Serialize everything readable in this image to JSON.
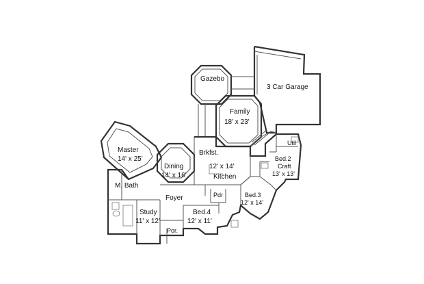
{
  "rooms": {
    "gazebo": "Gazebo",
    "garage": "3 Car Garage",
    "family": {
      "name": "Family",
      "size": "18' x 23'"
    },
    "master": {
      "name": "Master",
      "size": "14' x 25'"
    },
    "brkfst": "Brkfst.",
    "dining": {
      "name": "Dining",
      "size": "14' x 16'"
    },
    "kitchen": {
      "size": "12' x 14'",
      "name": "Kitchen"
    },
    "util": "Util",
    "bed2": {
      "name": "Bed.2",
      "sub": "Craft",
      "size": "13' x 13'"
    },
    "mbath": "M. Bath",
    "foyer": "Foyer",
    "pwd": "Pdr",
    "bed3": {
      "name": "Bed.3",
      "size": "12' x 14'"
    },
    "study": {
      "name": "Study",
      "size": "11' x 12'"
    },
    "bed4": {
      "name": "Bed.4",
      "size": "12' x 11'"
    },
    "porch": "Por."
  }
}
